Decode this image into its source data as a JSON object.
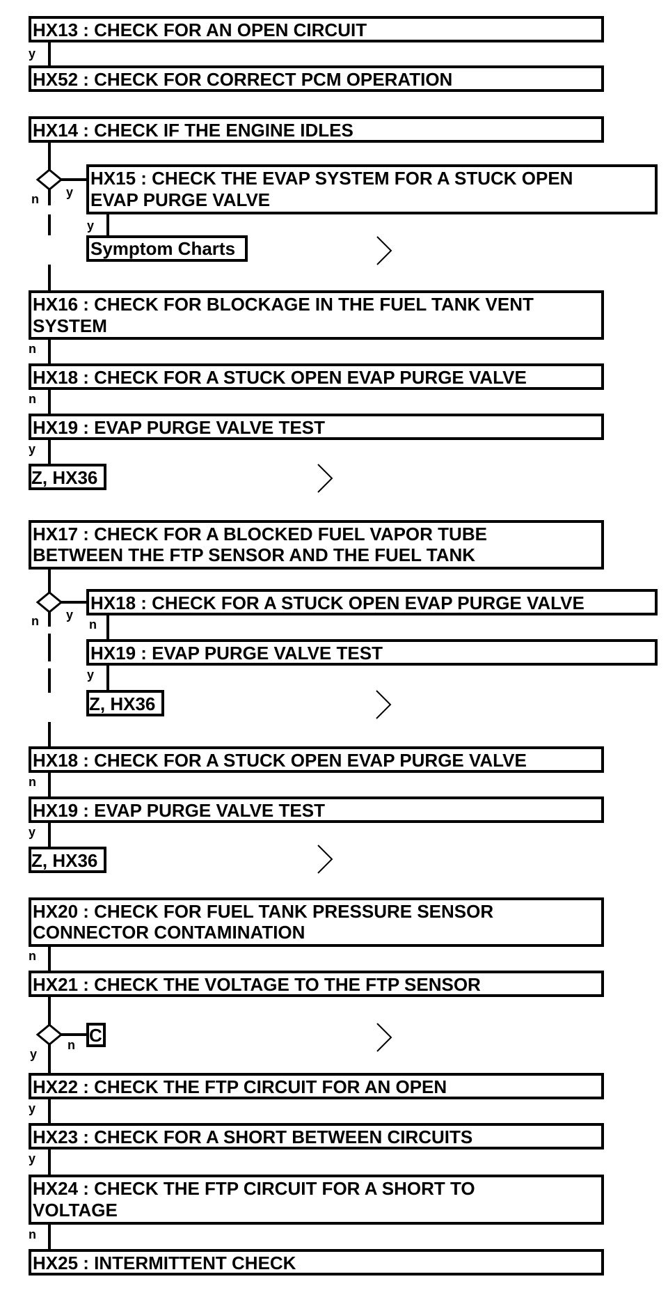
{
  "steps": {
    "hx13": "HX13 : CHECK FOR AN OPEN CIRCUIT",
    "hx52": "HX52 : CHECK FOR CORRECT PCM OPERATION",
    "hx14": "HX14 : CHECK IF THE ENGINE IDLES",
    "hx15_l1": "HX15 : CHECK THE EVAP SYSTEM FOR A STUCK OPEN",
    "hx15_l2": "EVAP PURGE VALVE",
    "symptom": "Symptom Charts",
    "hx16_l1": "HX16 : CHECK FOR BLOCKAGE IN THE FUEL TANK VENT",
    "hx16_l2": "SYSTEM",
    "hx18": "HX18 : CHECK FOR A STUCK OPEN EVAP PURGE VALVE",
    "hx19": "HX19 : EVAP PURGE VALVE TEST",
    "zhx36": "Z, HX36",
    "hx17_l1": "HX17 : CHECK FOR A BLOCKED FUEL VAPOR TUBE",
    "hx17_l2": "BETWEEN THE FTP SENSOR AND THE FUEL TANK",
    "hx20_l1": "HX20 : CHECK FOR FUEL TANK PRESSURE SENSOR",
    "hx20_l2": "CONNECTOR CONTAMINATION",
    "hx21": "HX21 : CHECK THE VOLTAGE TO THE FTP SENSOR",
    "c": "C",
    "hx22": "HX22 : CHECK THE FTP CIRCUIT FOR AN OPEN",
    "hx23": "HX23 : CHECK FOR A SHORT BETWEEN CIRCUITS",
    "hx24_l1": "HX24 : CHECK THE FTP CIRCUIT FOR A SHORT TO",
    "hx24_l2": "VOLTAGE",
    "hx25": "HX25 : INTERMITTENT CHECK"
  },
  "labels": {
    "yes": "y",
    "no": "n"
  },
  "page_arrow": ">"
}
